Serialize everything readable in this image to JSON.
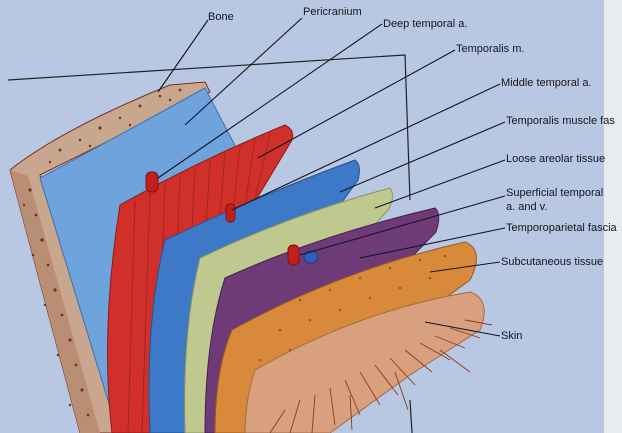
{
  "labels": {
    "bone": "Bone",
    "pericranium": "Pericranium",
    "deep_temporal_a": "Deep temporal a.",
    "temporalis_m": "Temporalis m.",
    "middle_temporal_a": "Middle temporal a.",
    "temporalis_muscle_fascia": "Temporalis muscle fas",
    "loose_areolar_tissue": "Loose areolar tissue",
    "superficial_temporal_line1": "Superficial temporal",
    "superficial_temporal_line2": "a. and v.",
    "temporoparietal_fascia": "Temporoparietal fascia",
    "subcutaneous_tissue": "Subcutaneous tissue",
    "skin": "Skin"
  },
  "colors": {
    "background": "#b9c8e2",
    "bone": "#c9a78e",
    "bone_dots": "#7a2e1e",
    "pericranium": "#6fa3dc",
    "temporalis_muscle": "#d1302a",
    "temporalis_fascia": "#3d79c6",
    "loose_areolar": "#bfc88e",
    "temporoparietal_fascia": "#6e3a77",
    "subcutaneous": "#d9893a",
    "skin": "#d9a07e",
    "leader_line": "#14141e"
  }
}
